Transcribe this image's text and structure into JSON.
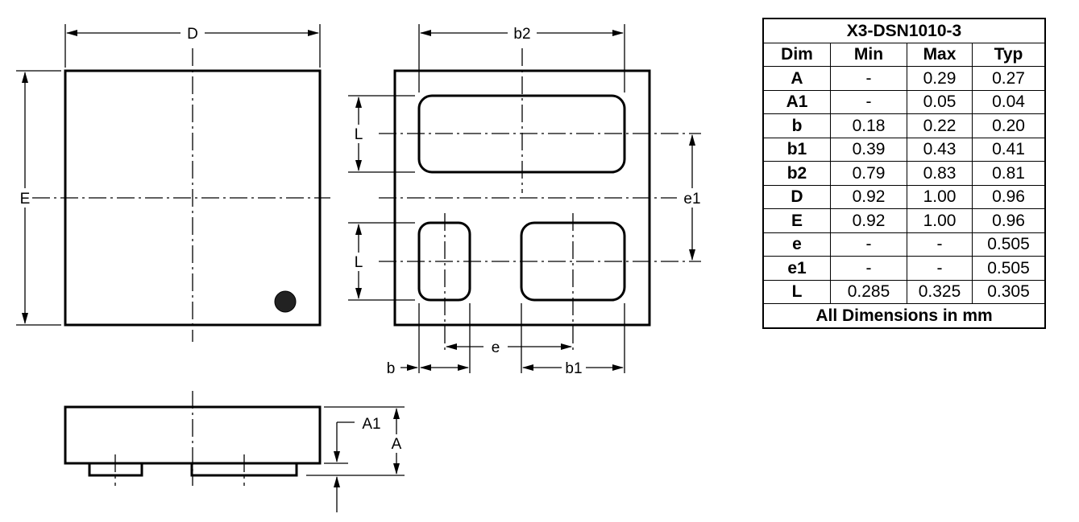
{
  "labels": {
    "D": "D",
    "E": "E",
    "b2": "b2",
    "L_top": "L",
    "L_bottom": "L",
    "e1": "e1",
    "e": "e",
    "b": "b",
    "b1": "b1",
    "A1": "A1",
    "A": "A"
  },
  "table": {
    "title": "X3-DSN1010-3",
    "headers": [
      "Dim",
      "Min",
      "Max",
      "Typ"
    ],
    "rows": [
      {
        "dim": "A",
        "min": "-",
        "max": "0.29",
        "typ": "0.27"
      },
      {
        "dim": "A1",
        "min": "-",
        "max": "0.05",
        "typ": "0.04"
      },
      {
        "dim": "b",
        "min": "0.18",
        "max": "0.22",
        "typ": "0.20"
      },
      {
        "dim": "b1",
        "min": "0.39",
        "max": "0.43",
        "typ": "0.41"
      },
      {
        "dim": "b2",
        "min": "0.79",
        "max": "0.83",
        "typ": "0.81"
      },
      {
        "dim": "D",
        "min": "0.92",
        "max": "1.00",
        "typ": "0.96"
      },
      {
        "dim": "E",
        "min": "0.92",
        "max": "1.00",
        "typ": "0.96"
      },
      {
        "dim": "e",
        "min": "-",
        "max": "-",
        "typ": "0.505"
      },
      {
        "dim": "e1",
        "min": "-",
        "max": "-",
        "typ": "0.505"
      },
      {
        "dim": "L",
        "min": "0.285",
        "max": "0.325",
        "typ": "0.305"
      }
    ],
    "footer": "All Dimensions in mm"
  }
}
